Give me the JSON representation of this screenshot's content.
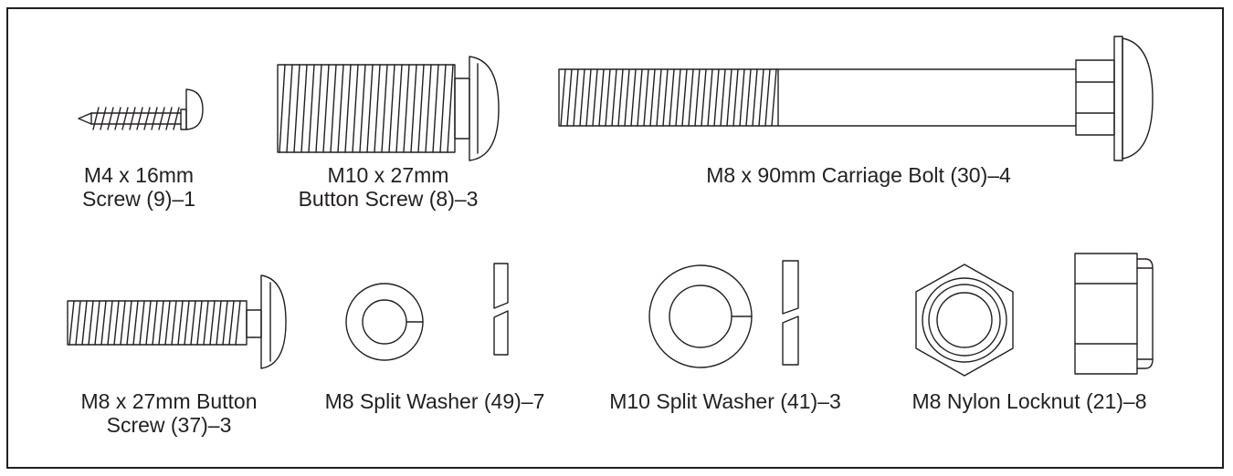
{
  "parts": [
    {
      "id": "screw-m4",
      "icon": "screw-icon",
      "lines": [
        "M4 x 16mm",
        "Screw (9)–1"
      ]
    },
    {
      "id": "button-screw-m10",
      "icon": "button-screw-icon",
      "lines": [
        "M10 x 27mm",
        "Button Screw (8)–3"
      ]
    },
    {
      "id": "carriage-bolt-m8",
      "icon": "carriage-bolt-icon",
      "lines": [
        "M8 x 90mm Carriage Bolt (30)–4"
      ]
    },
    {
      "id": "button-screw-m8",
      "icon": "button-screw-icon",
      "lines": [
        "M8 x 27mm Button",
        "Screw (37)–3"
      ]
    },
    {
      "id": "split-washer-m8",
      "icon": "split-washer-icon",
      "lines": [
        "M8 Split Washer (49)–7"
      ]
    },
    {
      "id": "split-washer-m10",
      "icon": "split-washer-icon",
      "lines": [
        "M10 Split Washer (41)–3"
      ]
    },
    {
      "id": "nylon-locknut-m8",
      "icon": "nylon-locknut-icon",
      "lines": [
        "M8 Nylon Locknut (21)–8"
      ]
    }
  ],
  "colors": {
    "ink": "#231f20",
    "background": "#ffffff"
  }
}
